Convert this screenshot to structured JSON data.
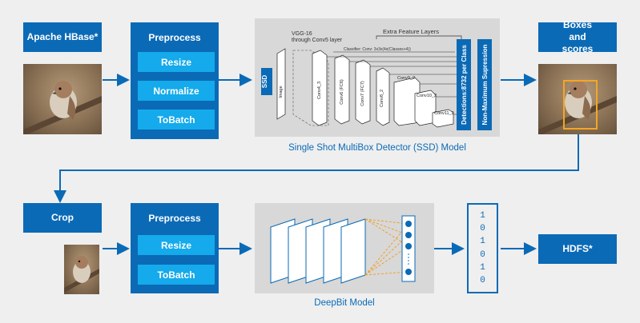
{
  "source": {
    "label": "Apache HBase*"
  },
  "preprocess1": {
    "title": "Preprocess",
    "steps": [
      "Resize",
      "Normalize",
      "ToBatch"
    ]
  },
  "ssd": {
    "caption": "Single Shot MultiBox Detector (SSD) Model",
    "ssd_label": "SSD",
    "image_label": "Image",
    "vgg_label_line1": "VGG-16",
    "vgg_label_line2": "through Conv5 layer",
    "extra_layers_label": "Extra Feature Layers",
    "classifier_label": "Classifier: Conv: 3x3x(4x(Classes+4))",
    "layers": [
      "Conv4_3",
      "Conv6 (FC6)",
      "Conv7 (FC7)",
      "Conv8_2",
      "Conv9_2",
      "Conv10_2",
      "Conv11_2"
    ],
    "detections_label": "Detections:8732 per Class",
    "nms_label": "Non-Maximum Supression"
  },
  "output1": {
    "label": "Boxes and scores"
  },
  "crop": {
    "label": "Crop"
  },
  "preprocess2": {
    "title": "Preprocess",
    "steps": [
      "Resize",
      "ToBatch"
    ]
  },
  "deepbit": {
    "caption": "DeepBit Model"
  },
  "binary": {
    "digits": [
      "1",
      "0",
      "1",
      "0",
      "1",
      "0"
    ]
  },
  "sink": {
    "label": "HDFS*"
  },
  "colors": {
    "primary": "#0b6ab6",
    "accent": "#14aaeb",
    "panel": "#d8d8d8",
    "background": "#efefef",
    "highlight_box": "#f5a623",
    "dashed_lines": "#f0a030"
  }
}
